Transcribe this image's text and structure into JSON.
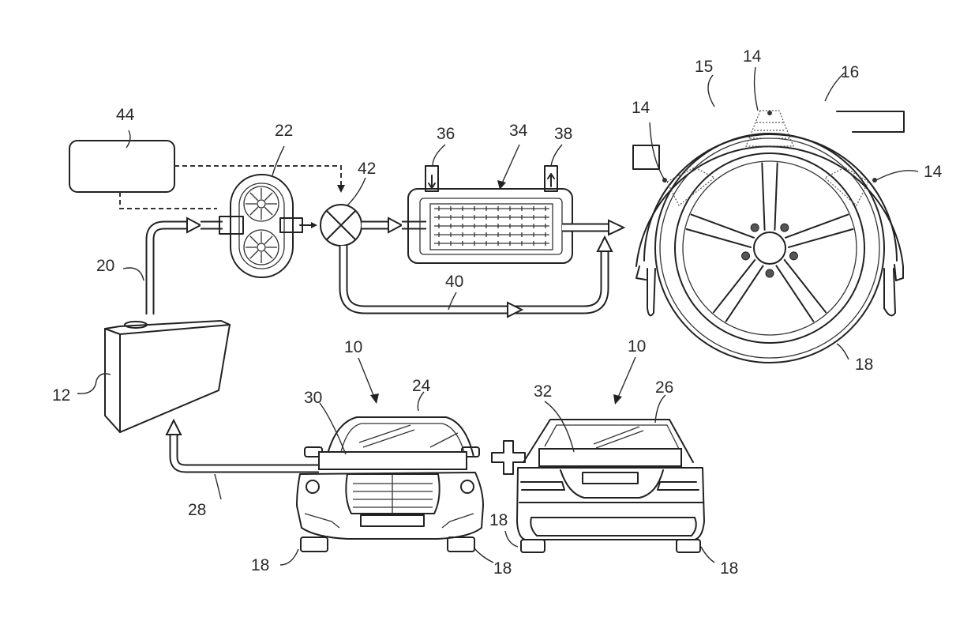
{
  "figure": {
    "title": "Wheel / tyre cooling spray system with reservoir, pump, heat exchanger and bypass",
    "reference_numerals": {
      "vehicle": "10",
      "reservoir": "12",
      "spray_nozzles": "14",
      "wheel_arch_liner": "15",
      "wheel_arch": "16",
      "wheels": "18",
      "supply_line": "20",
      "pump": "22",
      "windscreen": "24",
      "rear_window": "26",
      "return_line": "28",
      "front_collector": "30",
      "rear_collector": "32",
      "heat_exchanger": "34",
      "hx_inlet": "36",
      "hx_outlet": "38",
      "bypass_line": "40",
      "valve": "42",
      "control_unit": "44"
    },
    "labels": [
      {
        "id": "control-unit-label",
        "text": "44"
      },
      {
        "id": "pump-label",
        "text": "22"
      },
      {
        "id": "valve-label",
        "text": "42"
      },
      {
        "id": "hx-inlet-label",
        "text": "36"
      },
      {
        "id": "hx-label",
        "text": "34"
      },
      {
        "id": "hx-outlet-label",
        "text": "38"
      },
      {
        "id": "bypass-label",
        "text": "40"
      },
      {
        "id": "supply-line-label",
        "text": "20"
      },
      {
        "id": "reservoir-label",
        "text": "12"
      },
      {
        "id": "return-line-label",
        "text": "28"
      },
      {
        "id": "arch-liner-label",
        "text": "15"
      },
      {
        "id": "nozzle-top-label",
        "text": "14"
      },
      {
        "id": "nozzle-left-label",
        "text": "14"
      },
      {
        "id": "nozzle-right-label",
        "text": "14"
      },
      {
        "id": "wheel-arch-label",
        "text": "16"
      },
      {
        "id": "big-wheel-label",
        "text": "18"
      },
      {
        "id": "front-vehicle-label",
        "text": "10"
      },
      {
        "id": "windscreen-label",
        "text": "24"
      },
      {
        "id": "front-collector-label",
        "text": "30"
      },
      {
        "id": "rear-vehicle-label",
        "text": "10"
      },
      {
        "id": "rear-window-label",
        "text": "26"
      },
      {
        "id": "rear-collector-label",
        "text": "32"
      },
      {
        "id": "front-left-wheel-label",
        "text": "18"
      },
      {
        "id": "front-right-wheel-label",
        "text": "18"
      },
      {
        "id": "rear-left-wheel-label",
        "text": "18"
      },
      {
        "id": "rear-right-wheel-label",
        "text": "18"
      }
    ],
    "plus_symbol": "+"
  }
}
